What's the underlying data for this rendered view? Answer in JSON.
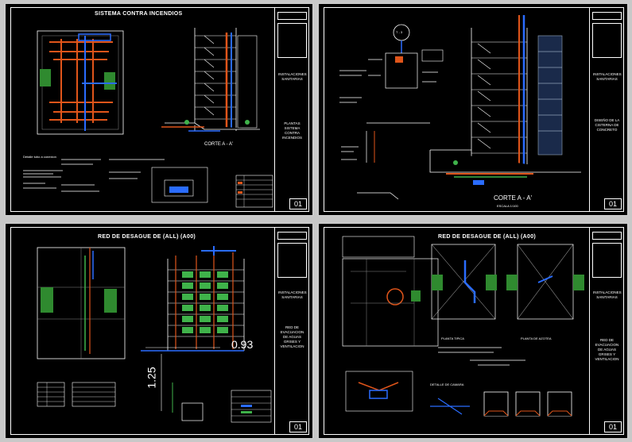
{
  "sheets": [
    {
      "title": "SISTEMA CONTRA INCENDIOS",
      "section_label": "CORTE A - A'",
      "tb_line1": "INSTALACIONES SANITARIAS",
      "tb_line2": "PLANTAS SISTEMA CONTRA INCENDIOS",
      "sheet_no": "01",
      "note": "Detalle tubo a conexion"
    },
    {
      "title": "",
      "section_label": "CORTE A - A'",
      "scale_label": "ESCALA 1/100",
      "tb_line1": "INSTALACIONES SANITARIAS",
      "tb_line2": "DISEÑO DE LA CISTERNA DE CONCRETO",
      "sheet_no": "01",
      "tank_label": "T - 3"
    },
    {
      "title": "RED DE DESAGUE DE (ALL) (A00)",
      "tb_line1": "INSTALACIONES SANITARIAS",
      "tb_line2": "RED DE EVACUACION DE AGUAS GRISES Y VENTILACION",
      "sheet_no": "01",
      "dim1": "0.93",
      "dim2": "1.25"
    },
    {
      "title": "RED DE DESAGUE DE (ALL) (A00)",
      "tb_line1": "INSTALACIONES SANITARIAS",
      "tb_line2": "RED DE EVACUACION DE AGUAS GRISES Y VENTILACION",
      "sheet_no": "01",
      "plan1": "PLANTA TIPICA",
      "plan2": "PLANTA DE AZOTEA",
      "detail": "DETALLE DE CAMARA"
    }
  ],
  "colors": {
    "background": "#000000",
    "line": "#ffffff",
    "fire_pipe": "#e0551a",
    "water_pipe": "#2a6cff",
    "vent_pipe": "#3fb24a",
    "green_area": "#2f8a2f"
  }
}
